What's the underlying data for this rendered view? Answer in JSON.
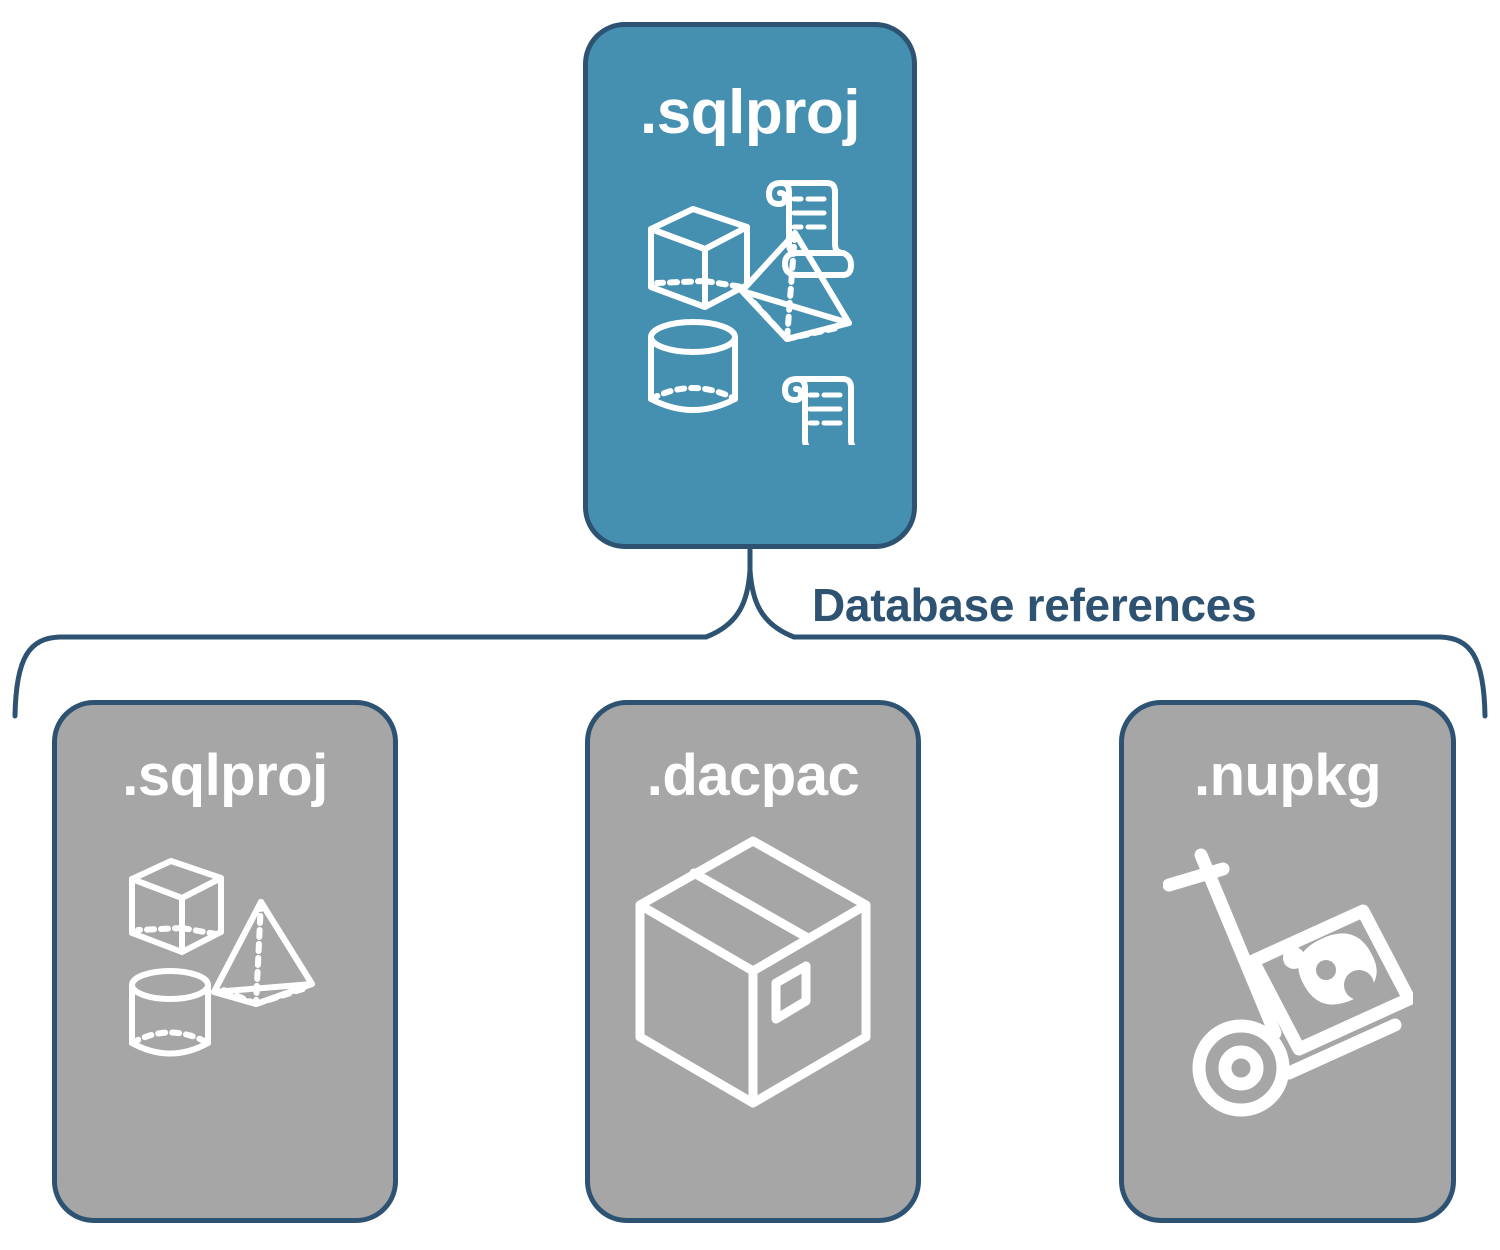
{
  "diagram": {
    "title_node": {
      "label": ".sqlproj",
      "role": "source-project",
      "fill_color": "#4590B0",
      "border_color": "#2E5372",
      "text_color": "#FFFFFF",
      "icons": [
        "cube-icon",
        "scroll-icon",
        "pyramid-icon",
        "cylinder-icon",
        "scroll-icon"
      ]
    },
    "connector": {
      "label": "Database references",
      "label_color": "#2E5372",
      "style": "curly-brace",
      "stroke_color": "#2E5372"
    },
    "reference_nodes": [
      {
        "label": ".sqlproj",
        "fill_color": "#A6A6A6",
        "border_color": "#2E5372",
        "text_color": "#FFFFFF",
        "icons": [
          "cube-icon",
          "pyramid-icon",
          "cylinder-icon"
        ]
      },
      {
        "label": ".dacpac",
        "fill_color": "#A6A6A6",
        "border_color": "#2E5372",
        "text_color": "#FFFFFF",
        "icons": [
          "package-box-icon"
        ]
      },
      {
        "label": ".nupkg",
        "fill_color": "#A6A6A6",
        "border_color": "#2E5372",
        "text_color": "#FFFFFF",
        "icons": [
          "hand-truck-icon",
          "nuget-package-icon"
        ]
      }
    ]
  }
}
